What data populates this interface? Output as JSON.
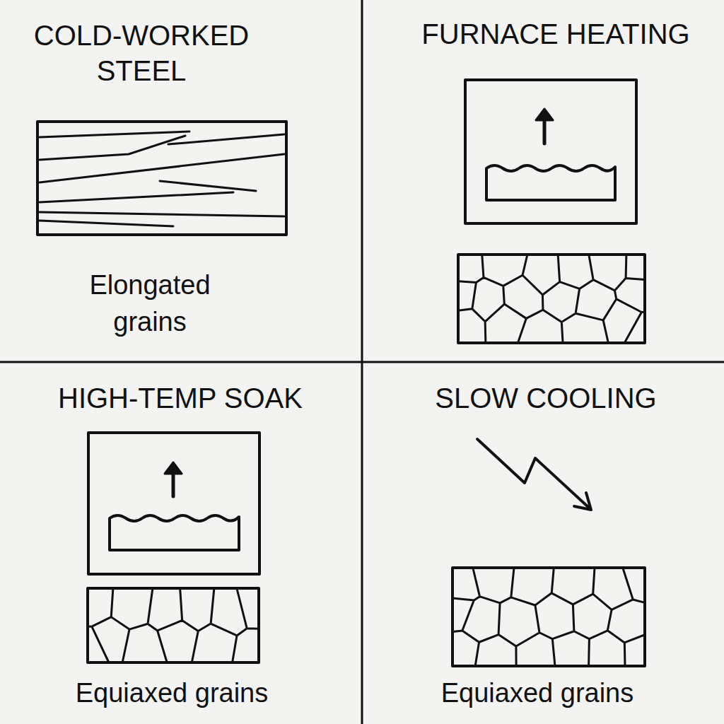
{
  "diagram": {
    "nodes": [
      {
        "text": [
          "COLD-WORKED STEEL",
          "Elongated grains"
        ]
      },
      {
        "text": [
          "FURNACE HEATING"
        ]
      },
      {
        "text": [
          "HIGH-TEMP SOAK",
          "Equiaxed grains"
        ]
      },
      {
        "text": [
          "SLOW COOLING",
          "Equiaxed grains"
        ]
      }
    ]
  }
}
